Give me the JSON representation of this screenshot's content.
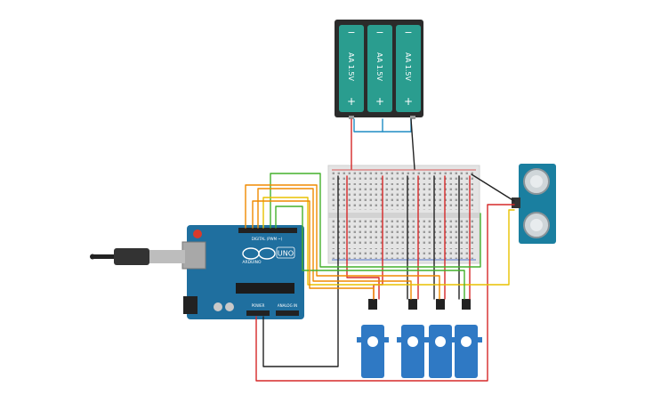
{
  "battery": {
    "cells": [
      {
        "minus": "−",
        "label": "AA 1.5V",
        "plus": "+"
      },
      {
        "minus": "−",
        "label": "AA 1.5V",
        "plus": "+"
      },
      {
        "minus": "−",
        "label": "AA 1.5V",
        "plus": "+"
      }
    ]
  },
  "arduino": {
    "brand": "ARDUINO",
    "model": "UNO",
    "digital_label": "DIGITAL (PWM ~)",
    "power_label": "POWER",
    "analog_label": "ANALOG IN"
  },
  "colors": {
    "board": "#1f6f9f",
    "battery": "#2a9d8f",
    "servo": "#2f79c4",
    "red": "#d62828",
    "black": "#222222",
    "blue": "#1e8bc3",
    "orange": "#f08a00",
    "yellow": "#e8c100",
    "green": "#44b02c",
    "sensor": "#1a7fa0"
  }
}
